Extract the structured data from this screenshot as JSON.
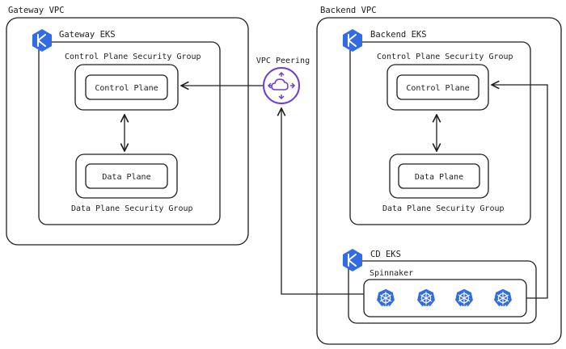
{
  "colors": {
    "stroke": "#1e1e1e",
    "k8s_blue": "#326ce5",
    "peering_purple": "#6b3fd1"
  },
  "gateway_vpc": {
    "label": "Gateway VPC",
    "eks": {
      "label": "Gateway EKS",
      "icon": "kubernetes-icon",
      "control_plane_sg": "Control Plane Security Group",
      "control_plane": "Control Plane",
      "data_plane": "Data Plane",
      "data_plane_sg": "Data Plane Security Group"
    }
  },
  "peering": {
    "label": "VPC Peering",
    "icon": "cloud-peering-icon"
  },
  "backend_vpc": {
    "label": "Backend VPC",
    "eks": {
      "label": "Backend EKS",
      "icon": "kubernetes-icon",
      "control_plane_sg": "Control Plane Security Group",
      "control_plane": "Control Plane",
      "data_plane": "Data Plane",
      "data_plane_sg": "Data Plane Security Group"
    },
    "cd_eks": {
      "label": "CD EKS",
      "icon": "kubernetes-icon",
      "spinnaker": "Spinnaker",
      "pods": [
        "pod",
        "pod",
        "pod",
        "pod"
      ]
    }
  }
}
